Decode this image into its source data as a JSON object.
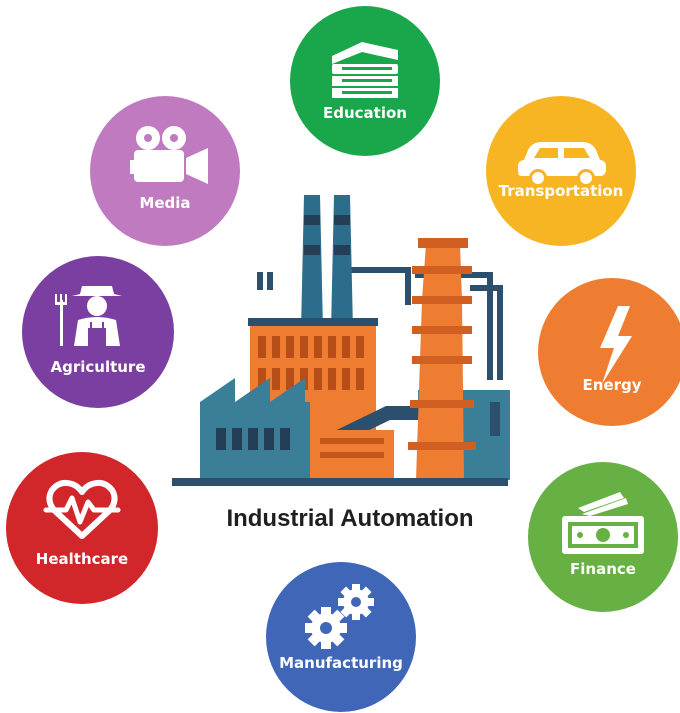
{
  "title": "Industrial Automation",
  "sectors": [
    {
      "label": "Education",
      "color": "#1aa64b",
      "icon": "books-icon"
    },
    {
      "label": "Transportation",
      "color": "#f7b524",
      "icon": "car-icon"
    },
    {
      "label": "Energy",
      "color": "#ee7d31",
      "icon": "lightning-icon"
    },
    {
      "label": "Finance",
      "color": "#67b044",
      "icon": "money-icon"
    },
    {
      "label": "Manufacturing",
      "color": "#3f66b7",
      "icon": "gears-icon"
    },
    {
      "label": "Healthcare",
      "color": "#d1262a",
      "icon": "heartbeat-icon"
    },
    {
      "label": "Agriculture",
      "color": "#7b3fa1",
      "icon": "farmer-icon"
    },
    {
      "label": "Media",
      "color": "#c07ac0",
      "icon": "movie-camera-icon"
    }
  ]
}
